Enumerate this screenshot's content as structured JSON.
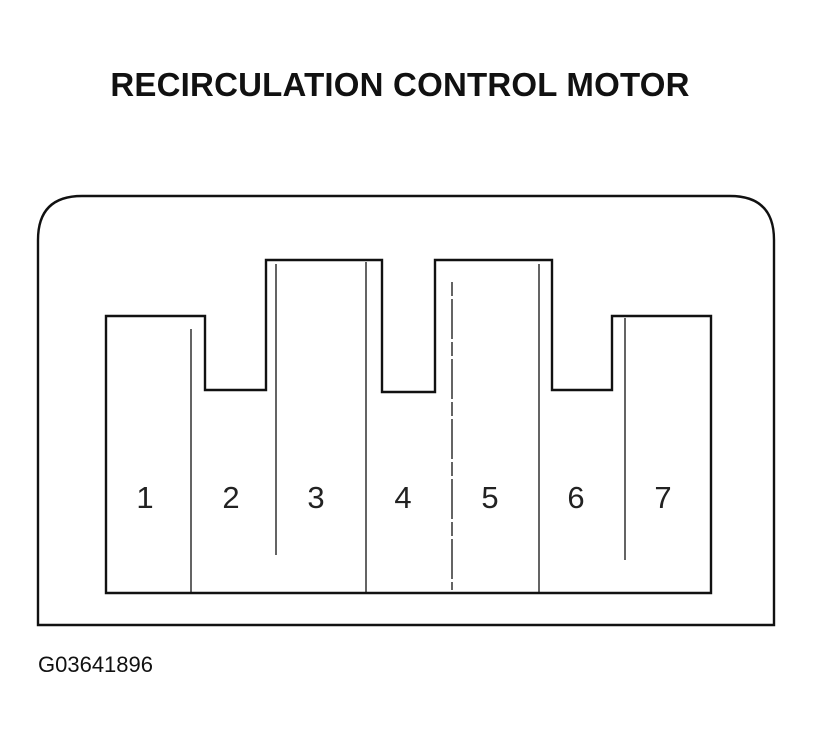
{
  "diagram": {
    "title": "RECIRCULATION CONTROL MOTOR",
    "pins": [
      "1",
      "2",
      "3",
      "4",
      "5",
      "6",
      "7"
    ],
    "reference_code": "G03641896",
    "line_color": "#111111"
  }
}
